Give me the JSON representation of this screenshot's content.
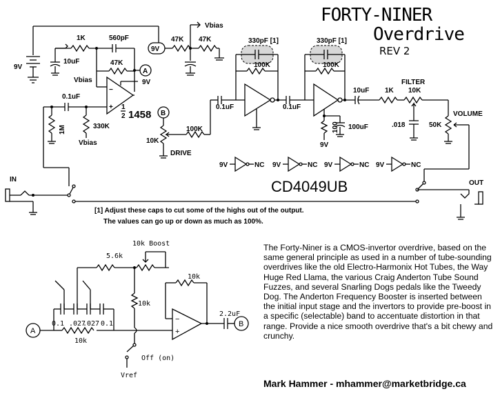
{
  "title": {
    "line1": "FORTY-NINER",
    "line2": "Overdrive",
    "revision": "REV 2"
  },
  "chip_name": "CD4049UB",
  "opamp": {
    "name": "1458",
    "fraction_num": "1",
    "fraction_den": "2"
  },
  "test_points": {
    "a": "A",
    "b": "B"
  },
  "labels": {
    "supply_9v": "9V",
    "supply_9v_box": "9V",
    "vbias": "Vbias",
    "vbias2": "Vbias",
    "vbias3": "Vbias",
    "opamp_supply": "9V",
    "inv_supply": "9V",
    "drive": "DRIVE",
    "filter": "FILTER",
    "volume": "VOLUME",
    "input": "IN",
    "output": "OUT",
    "nc": "NC",
    "vref": "Vref",
    "off_on": "Off (on)",
    "boost": "10k Boost"
  },
  "components": {
    "r1k_top": "1K",
    "c560p": "560pF",
    "c10u_supply": "10uF",
    "r47k_fb": "47K",
    "c01_in": "0.1uF",
    "r1m": "1M",
    "r330k": "330K",
    "r47k_bias1": "47K",
    "r47k_bias2": "47K",
    "c330p_1": "330pF [1]",
    "c330p_2": "330pF [1]",
    "r100k_1": "100K",
    "r100k_2": "100K",
    "r100k_drive": "100K",
    "pot_drive": "10K",
    "c01_a": "0.1uF",
    "c01_b": "0.1uF",
    "r100_inv": "100",
    "c100u": "100uF",
    "c10u_out": "10uF",
    "r1k_filter": "1K",
    "pot_filter": "10K",
    "c018": ".018",
    "pot_volume": "50K",
    "booster_r56k": "5.6k",
    "booster_r10k_fb": "10k",
    "booster_r10k_bias": "10k",
    "booster_r10k_bottom": "10k",
    "booster_c01_a": "0.1",
    "booster_c027_a": ".027",
    "booster_c027_b": ".027",
    "booster_c01_b": "0.1",
    "booster_c22u": "2.2uF"
  },
  "notes": {
    "line1": "[1] Adjust these caps to cut some of the highs out of the output.",
    "line2": "The values can go up or down as much as 100%."
  },
  "description": "The Forty-Niner is a CMOS-invertor overdrive, based on the same general principle as used in a number of tube-sounding overdrives like the old Electro-Harmonix Hot Tubes, the Way Huge Red Llama, the various Craig Anderton Tube Sound Fuzzes, and several Snarling Dogs pedals like the Tweedy Dog. The Anderton Frequency Booster is inserted between the initial input stage and the invertors to provide pre-boost in a specific (selectable) band to accentuate distortion in that range. Provide a nice smooth overdrive that's a bit chewy and crunchy.",
  "author": "Mark Hammer - mhammer@marketbridge.ca"
}
